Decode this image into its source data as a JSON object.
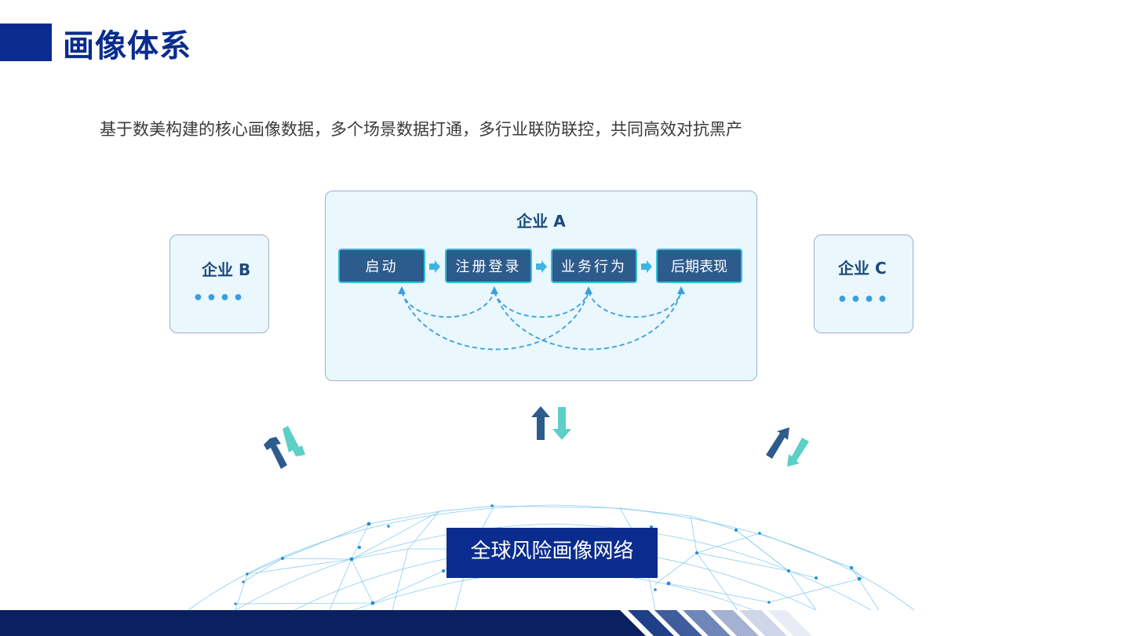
{
  "page": {
    "title": "画像体系",
    "subtitle": "基于数美构建的核心画像数据，多个场景数据打通，多行业联防联控，共同高效对抗黑产"
  },
  "enterprises": {
    "a": {
      "label": "企业 A"
    },
    "b": {
      "label": "企业 B",
      "more": "••••"
    },
    "c": {
      "label": "企业 C",
      "more": "••••"
    }
  },
  "flow_steps": [
    "启动",
    "注册登录",
    "业务行为",
    "后期表现"
  ],
  "network": {
    "label": "全球风险画像网络"
  },
  "colors": {
    "title_blue": "#0a2c8e",
    "step_fill": "#2d5b8c",
    "step_border": "#2fc0da",
    "arrow_up": "#2d5b8c",
    "arrow_down": "#5ccfc6",
    "dashed_line": "#3a9fe0",
    "box_fill": "#eaf7fc"
  },
  "icons": {
    "flow_connector": "right-arrow-icon",
    "exchange": "up-down-exchange-arrows-icon"
  }
}
